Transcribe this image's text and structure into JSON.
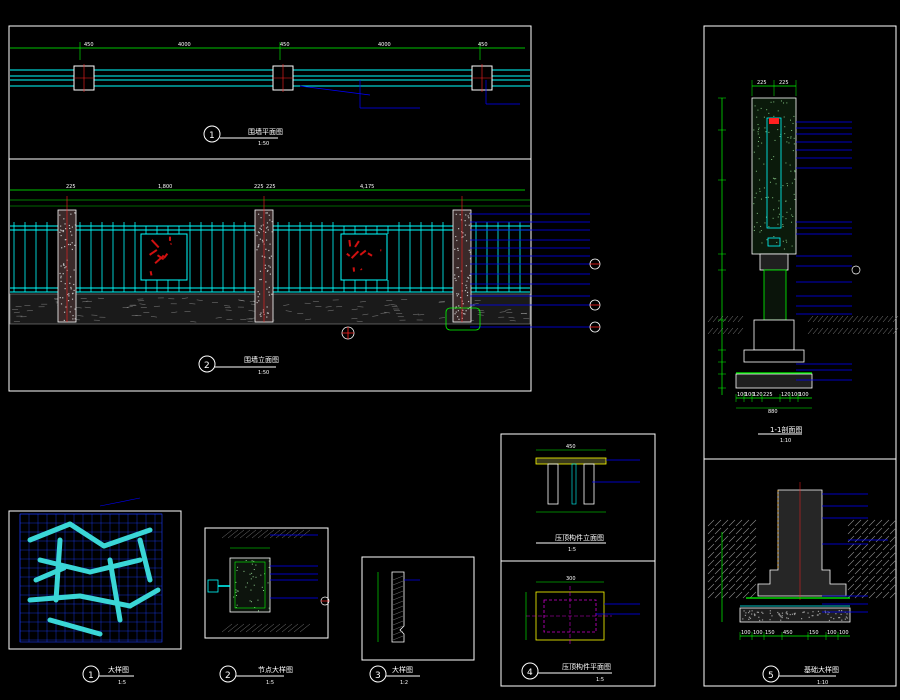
{
  "titles": {
    "plan": "围墙平面图",
    "elev": "围墙立面图",
    "section": "1-1剖面图",
    "pattern": "大样图",
    "detail2": "节点大样图",
    "detail3": "大样图",
    "detail4a": "压顶构件立面图",
    "detail4b": "压顶构件平面图",
    "detail5": "基础大样图"
  },
  "scales": {
    "plan": "1:50",
    "elev": "1:50",
    "section": "1:10",
    "pattern": "1:5",
    "detail2": "1:5",
    "detail3": "1:2",
    "detail4a": "1:5",
    "detail4b": "1:5",
    "detail5": "1:10"
  },
  "numbers": {
    "plan": "1",
    "elev": "2",
    "pattern": "1",
    "detail2": "2",
    "detail3": "3",
    "detail4b": "4",
    "detail5": "5"
  },
  "plan_dims": [
    "450",
    "4000",
    "450",
    "4000",
    "450"
  ],
  "elev_dims": [
    "225",
    "1,800",
    "225",
    "225",
    "4,175"
  ],
  "section_dims": [
    "225",
    "225"
  ],
  "detail4a_dim": "450",
  "detail4b_dim": "300",
  "detail5_base_dims": [
    "100",
    "100",
    "150",
    "450",
    "150",
    "100",
    "100"
  ],
  "section_base_dims": [
    "100",
    "100",
    "120",
    "225",
    "120",
    "100",
    "100"
  ],
  "section_base_total": "880",
  "colors": {
    "background": "#000000",
    "frame": "#ffffff",
    "wall_cyan": "#00ffff",
    "dim_green": "#00ff00",
    "leader_blue": "#0000ff",
    "accent_red": "#ff2020",
    "hatch_gray": "#8a8a8a"
  }
}
